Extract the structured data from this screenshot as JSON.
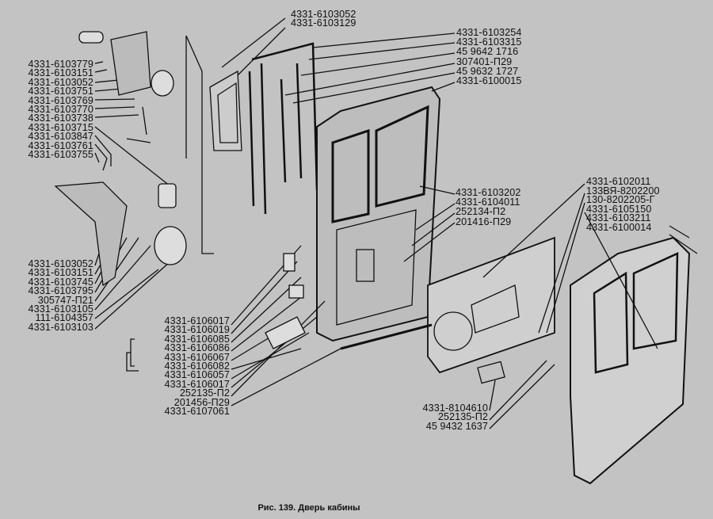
{
  "caption": "Рис. 139. Дверь кабины",
  "labels": {
    "top_center": [
      "4331-6103052",
      "4331-6103129"
    ],
    "left_upper": [
      "4331-6103779",
      "4331-6103151",
      "4331-6103052",
      "4331-6103751",
      "4331-6103769",
      "4331-6103770",
      "4331-6103738",
      "4331-6103715",
      "4331-6103847",
      "4331-6103761",
      "4331-6103755"
    ],
    "left_lower": [
      "4331-6103052",
      "4331-6103151",
      "4331-6103745",
      "4331-6103795",
      "305747-П21",
      "4331-6103105",
      "111-6104357",
      "4331-6103103"
    ],
    "middle_lower": [
      "4331-6106017",
      "4331-6106019",
      "4331-6106085",
      "4331-6106086",
      "4331-6106067",
      "4331-6106082",
      "4331-6106057",
      "4331-6106017",
      "252135-П2",
      "201456-П29",
      "4331-6107061"
    ],
    "right_upper": [
      "4331-6103254",
      "4331-6103315",
      "45 9642 1716",
      "307401-П29",
      "45 9632 1727",
      "4331-6100015"
    ],
    "right_middle": [
      "4331-6103202",
      "4331-6104011",
      "252134-П2",
      "201416-П29"
    ],
    "far_right": [
      "4331-6102011",
      "133ВЯ-8202200",
      "130-8202205-Г",
      "4331-6105150",
      "4331-6103211",
      "4331-6100014"
    ],
    "bottom": [
      "4331-8104610",
      "252135-П2",
      "45 9432 1637"
    ]
  }
}
